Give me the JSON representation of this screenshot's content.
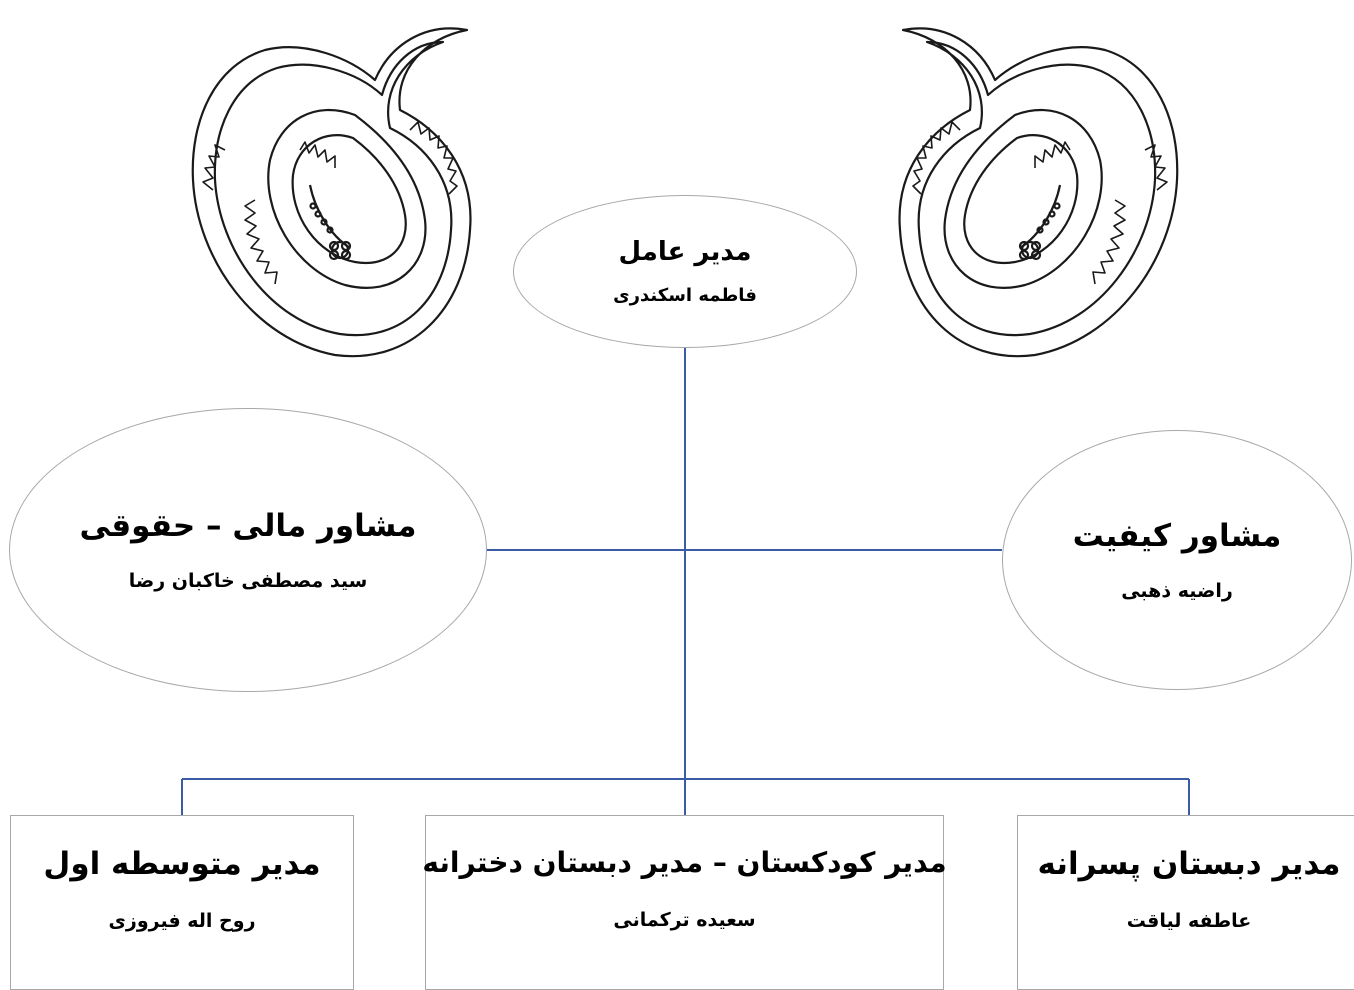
{
  "colors": {
    "connector": "#3b5ba5",
    "border": "#a8a8a8",
    "ornament": "#1a1a1a"
  },
  "ornaments": [
    "paisley-left",
    "paisley-right"
  ],
  "nodes": {
    "ceo": {
      "title": "مدیر عامل",
      "name": "فاطمه اسکندری"
    },
    "financial_advisor": {
      "title": "مشاور مالی – حقوقی",
      "name": "سید مصطفی خاکبان رضا"
    },
    "quality_advisor": {
      "title": "مشاور کیفیت",
      "name": "راضیه ذهبی"
    },
    "middle_school": {
      "title": "مدیر متوسطه اول",
      "name": "روح اله فیروزی"
    },
    "kindergarten_girls": {
      "title": "مدیر کودکستان – مدیر دبستان دخترانه",
      "name": "سعیده ترکمانی"
    },
    "boys_primary": {
      "title": "مدیر دبستان پسرانه",
      "name": "عاطفه لیاقت"
    }
  }
}
